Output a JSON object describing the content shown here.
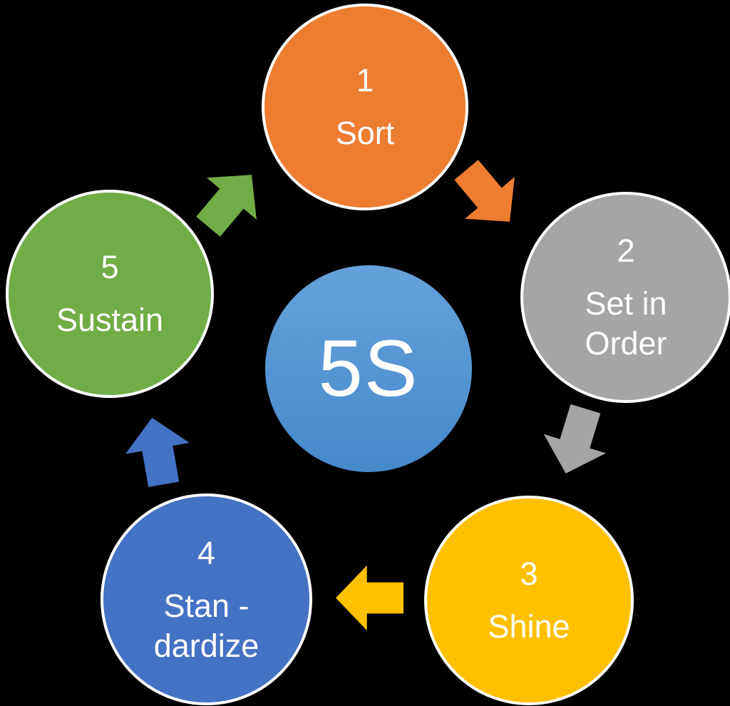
{
  "diagram": {
    "name": "5S cycle diagram",
    "background_color": "#000000",
    "center": {
      "label": "5S",
      "color_top": "#66A1DB",
      "color_bottom": "#4689CB",
      "text_color": "#FFFFFF"
    },
    "steps": [
      {
        "number": "1",
        "lines": [
          "Sort"
        ],
        "color": "#ED7D31",
        "position": "top"
      },
      {
        "number": "2",
        "lines": [
          "Set in",
          "Order"
        ],
        "color": "#A5A5A5",
        "position": "right"
      },
      {
        "number": "3",
        "lines": [
          "Shine"
        ],
        "color": "#FFC000",
        "position": "bottom-right"
      },
      {
        "number": "4",
        "lines": [
          "Stan -",
          "dardize"
        ],
        "color": "#4472C4",
        "position": "bottom-left"
      },
      {
        "number": "5",
        "lines": [
          "Sustain"
        ],
        "color": "#70AD47",
        "position": "left"
      }
    ],
    "arrows": [
      {
        "from": "1",
        "to": "2",
        "color": "#ED7D31",
        "direction": "down-right"
      },
      {
        "from": "2",
        "to": "3",
        "color": "#A5A5A5",
        "direction": "down"
      },
      {
        "from": "3",
        "to": "4",
        "color": "#FFC000",
        "direction": "left"
      },
      {
        "from": "4",
        "to": "5",
        "color": "#4472C4",
        "direction": "up"
      },
      {
        "from": "5",
        "to": "1",
        "color": "#70AD47",
        "direction": "up-right"
      }
    ]
  }
}
